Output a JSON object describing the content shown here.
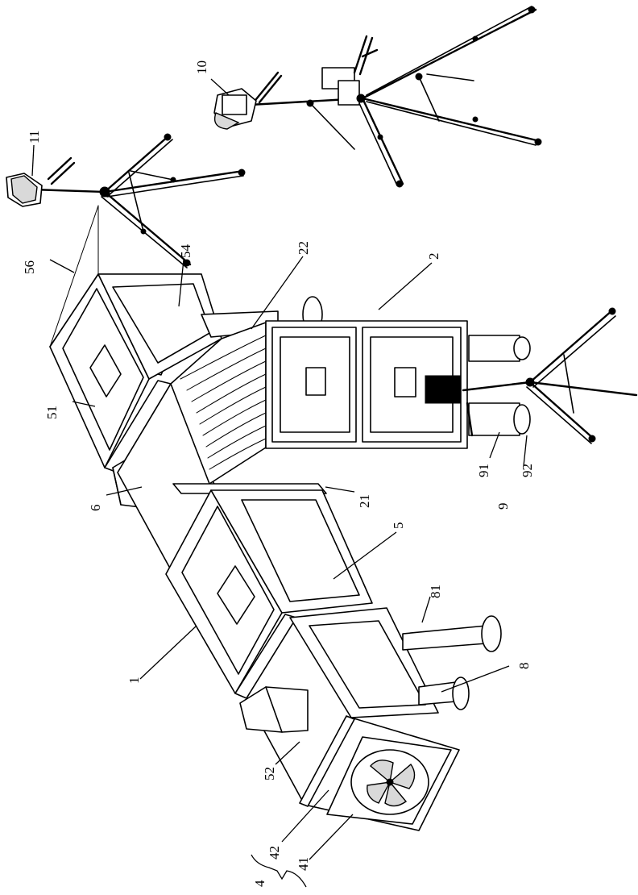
{
  "labels": {
    "l1": "1",
    "l2": "2",
    "l4": "4",
    "l5": "5",
    "l6": "6",
    "l8": "8",
    "l9": "9",
    "l10": "10",
    "l11": "11",
    "l21": "21",
    "l22": "22",
    "l41": "41",
    "l42": "42",
    "l51": "51",
    "l52": "52",
    "l54": "54",
    "l56": "56",
    "l81": "81",
    "l91": "91",
    "l92": "92"
  }
}
